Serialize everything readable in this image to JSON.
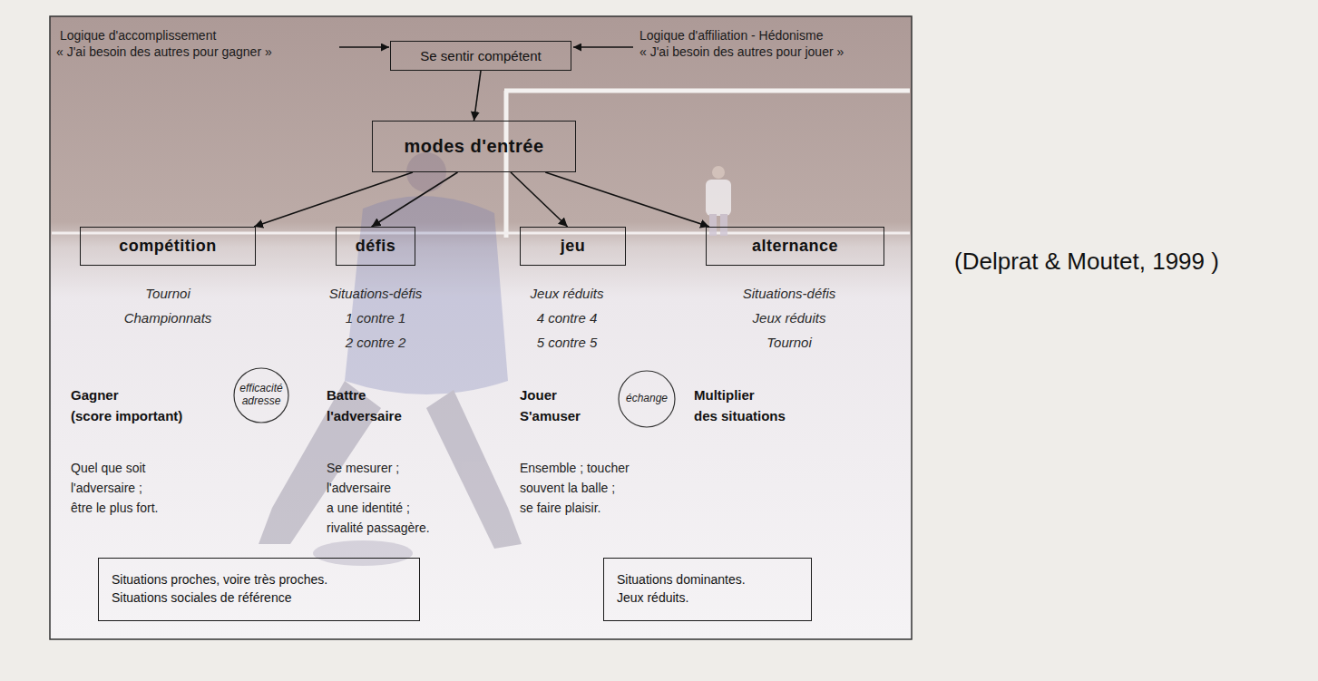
{
  "diagram": {
    "nodes": [
      {
        "text": [
          "Se sentir compétent"
        ]
      },
      {
        "text": [
          "modes d'entrée"
        ]
      },
      {
        "text": [
          "compétition"
        ]
      },
      {
        "text": [
          "défis"
        ]
      },
      {
        "text": [
          "jeu"
        ]
      },
      {
        "text": [
          "alternance"
        ]
      },
      {
        "text": [
          "efficacité adresse"
        ]
      },
      {
        "text": [
          "échange"
        ]
      },
      {
        "text": [
          "Situations proches, voire très proches.",
          "Situations sociales de référence"
        ]
      },
      {
        "text": [
          "Situations dominantes.",
          "Jeux réduits."
        ]
      }
    ],
    "edges": [
      {
        "from": 0,
        "to": 1,
        "arrow": "to"
      },
      {
        "from": 1,
        "to": 2,
        "arrow": "to"
      },
      {
        "from": 1,
        "to": 3,
        "arrow": "to"
      },
      {
        "from": 1,
        "to": 4,
        "arrow": "to"
      },
      {
        "from": 1,
        "to": 5,
        "arrow": "to"
      }
    ],
    "labels": [
      "Logique d'accomplissement",
      "« J'ai besoin des autres pour gagner »",
      "Logique d'affiliation - Hédonisme",
      "« J'ai besoin des autres pour jouer »",
      "Tournoi",
      "Championnats",
      "Situations-défis",
      "1 contre 1",
      "2 contre 2",
      "Jeux réduits",
      "4 contre 4",
      "5 contre 5",
      "Situations-défis",
      "Jeux réduits",
      "Tournoi",
      "Gagner",
      "(score important)",
      "Battre",
      "l'adversaire",
      "Jouer",
      "S'amuser",
      "Multiplier",
      "des situations",
      "Quel que soit",
      "l'adversaire ;",
      "être le plus fort.",
      "Se mesurer ;",
      "l'adversaire",
      "a une identité ;",
      "rivalité passagère.",
      "Ensemble ; toucher",
      "souvent la balle ;",
      "se faire plaisir.",
      "(Delprat & Moutet, 1999 )"
    ]
  }
}
